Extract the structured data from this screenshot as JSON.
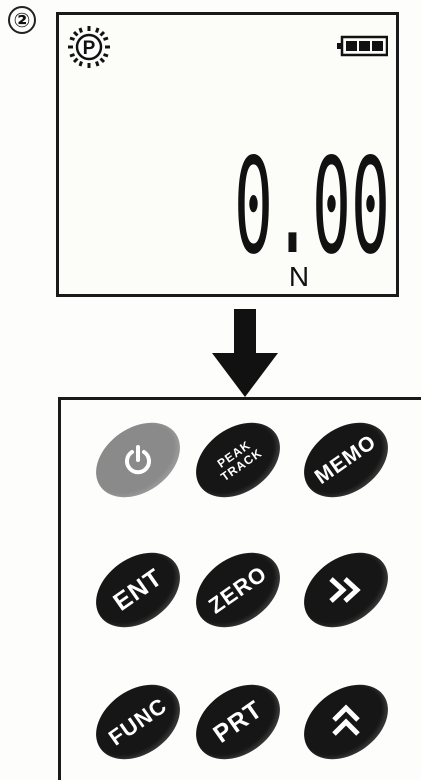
{
  "step": {
    "marker": "②"
  },
  "display": {
    "mode_letter": "P",
    "value": "0.00",
    "unit": "N",
    "battery_icon": "battery-full-icon"
  },
  "arrow": {
    "icon": "down-arrow-icon"
  },
  "keypad": {
    "keys": [
      {
        "id": "power",
        "icon": "power-icon"
      },
      {
        "id": "peak_track",
        "line1": "PEAK",
        "line2": "TRACK"
      },
      {
        "id": "memo",
        "label": "MEMO"
      },
      {
        "id": "ent",
        "label": "ENT"
      },
      {
        "id": "zero",
        "label": "ZERO"
      },
      {
        "id": "next",
        "icon": "double-chevron-right-icon"
      },
      {
        "id": "func",
        "label": "FUNC"
      },
      {
        "id": "prt",
        "label": "PRT"
      },
      {
        "id": "up",
        "icon": "double-chevron-up-icon"
      }
    ]
  },
  "colors": {
    "key_dark": "#161616",
    "key_power": "#8a8a8a",
    "lcd_border": "#1a1a1a"
  }
}
